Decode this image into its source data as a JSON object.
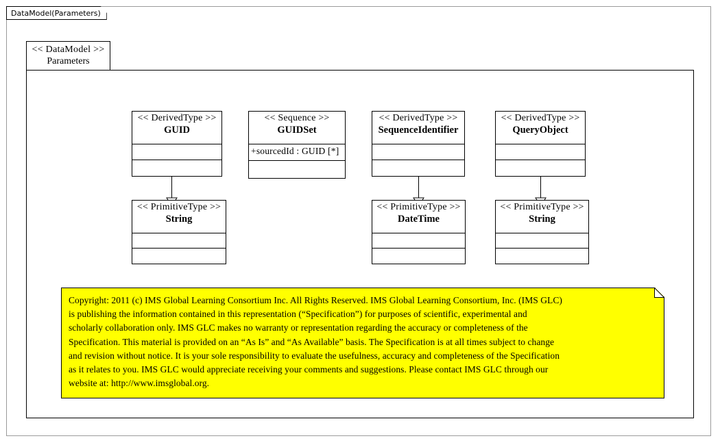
{
  "diagram": {
    "tab_label": "DataModel(Parameters)",
    "package": {
      "stereotype": "<< DataModel >>",
      "name": "Parameters"
    },
    "colors": {
      "note_fill": "#ffff00",
      "line": "#000000",
      "frame": "#9a9a9a",
      "background": "#ffffff"
    }
  },
  "classes": [
    {
      "id": "guid",
      "stereotype": "<< DerivedType  >>",
      "name": "GUID",
      "attributes": [],
      "operations": []
    },
    {
      "id": "guidset",
      "stereotype": "<< Sequence >>",
      "name": "GUIDSet",
      "attributes": [
        "+sourcedId : GUID [*]"
      ],
      "operations": []
    },
    {
      "id": "sequenceidentifier",
      "stereotype": "<< DerivedType  >>",
      "name": "SequenceIdentifier",
      "attributes": [],
      "operations": []
    },
    {
      "id": "queryobject",
      "stereotype": "<< DerivedType  >>",
      "name": "QueryObject",
      "attributes": [],
      "operations": []
    },
    {
      "id": "string1",
      "stereotype": "<< PrimitiveType  >>",
      "name": "String",
      "attributes": [],
      "operations": []
    },
    {
      "id": "datetime",
      "stereotype": "<< PrimitiveType  >>",
      "name": "DateTime",
      "attributes": [],
      "operations": []
    },
    {
      "id": "string2",
      "stereotype": "<< PrimitiveType  >>",
      "name": "String",
      "attributes": [],
      "operations": []
    }
  ],
  "generalizations": [
    {
      "from": "guid",
      "to": "string1"
    },
    {
      "from": "sequenceidentifier",
      "to": "datetime"
    },
    {
      "from": "queryobject",
      "to": "string2"
    }
  ],
  "note": {
    "lines": [
      "Copyright: 2011 (c) IMS Global Learning Consortium Inc.  All Rights Reserved.  IMS Global Learning Consortium, Inc. (IMS GLC)",
      "is publishing the information contained in this representation (“Specification”) for purposes of scientific, experimental and",
      "scholarly collaboration only.  IMS GLC makes no warranty or representation regarding  the accuracy or completeness of the",
      "Specification.  This material is provided on an “As Is” and “As Available” basis.  The Specification is at all times subject to change",
      "and revision without notice.  It is your sole responsibility to evaluate the usefulness, accuracy and completeness of the Specification",
      "as it relates to you.  IMS GLC would appreciate receiving your comments and suggestions.  Please contact IMS GLC through our",
      "website at: http://www.imsglobal.org."
    ]
  }
}
